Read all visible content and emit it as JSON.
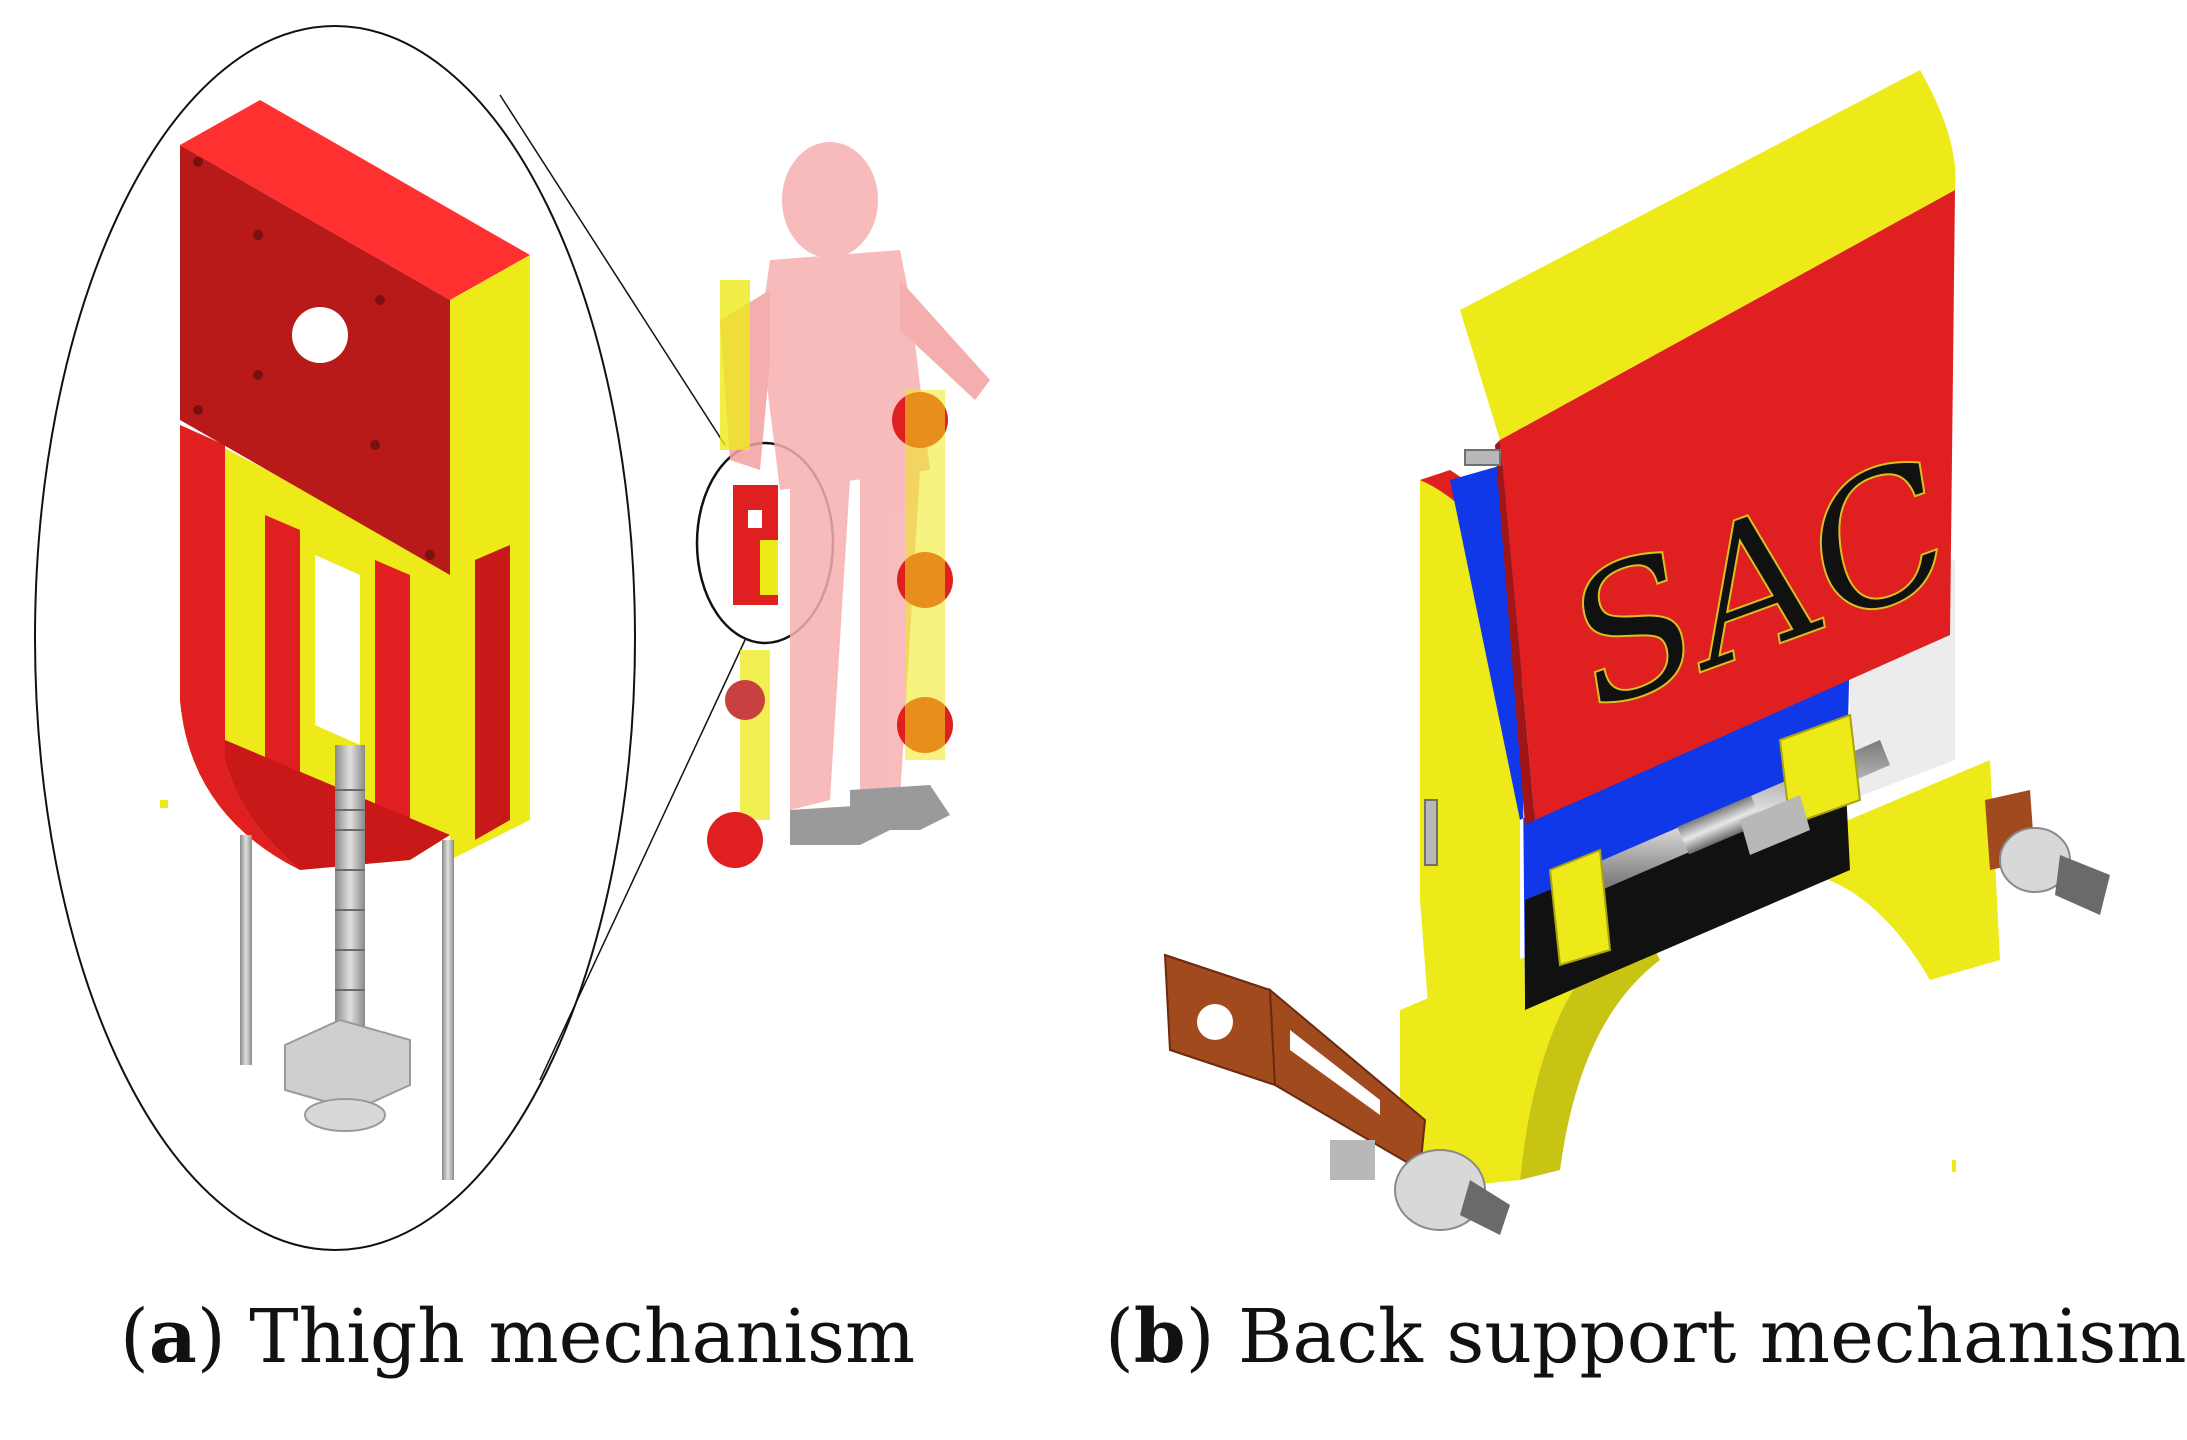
{
  "captions": {
    "a": {
      "letter": "a",
      "text": "Thigh mechanism"
    },
    "b": {
      "letter": "b",
      "text": "Back support mechanism"
    }
  },
  "panel_b": {
    "logo_text": "SAC"
  },
  "colors": {
    "red": "#e02020",
    "dark_red": "#b01818",
    "yellow": "#eeea1a",
    "blue": "#1038e8",
    "brown": "#a04a1e",
    "steel": "#b8b8b8",
    "human": "#f7b0b0"
  }
}
